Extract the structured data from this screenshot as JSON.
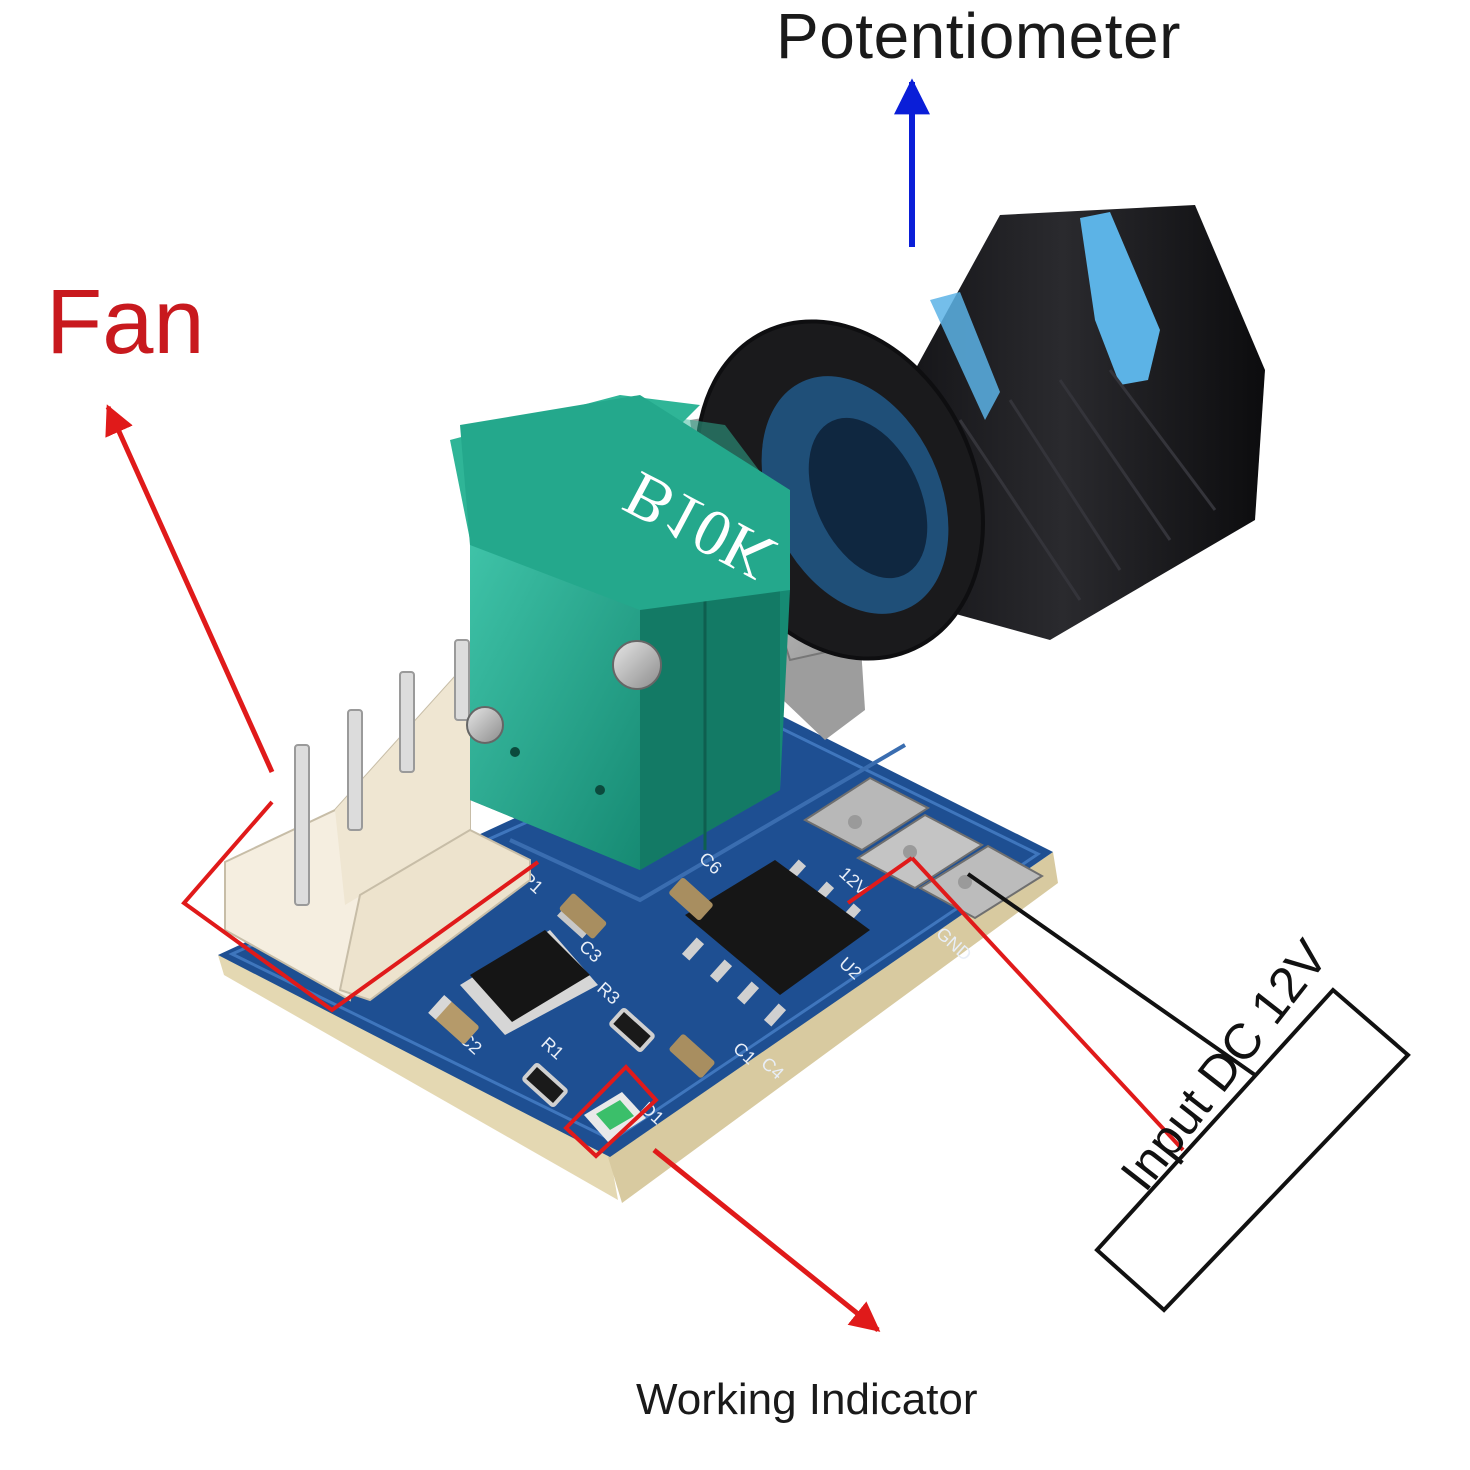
{
  "labels": {
    "potentiometer": "Potentiometer",
    "fan": "Fan",
    "working_indicator": "Working Indicator",
    "input": "Input DC 12V"
  },
  "silkscreen": {
    "pot_value": "B10K",
    "connector": "P1",
    "caps": [
      "C1",
      "C2",
      "C3",
      "C4",
      "C6"
    ],
    "resistors": [
      "R1",
      "R3"
    ],
    "diode": "D1",
    "ic": "U2",
    "pads": [
      "GND",
      "12V"
    ]
  },
  "colors": {
    "arrow_red": "#e01a1a",
    "arrow_blue": "#0a1ed8",
    "label_red": "#c8191e",
    "wire_black": "#111111",
    "pcb_blue": "#1e4f92",
    "pot_green": "#1f9e86",
    "knob_black": "#1d1d1f",
    "knob_stripe": "#5cb3e6"
  }
}
